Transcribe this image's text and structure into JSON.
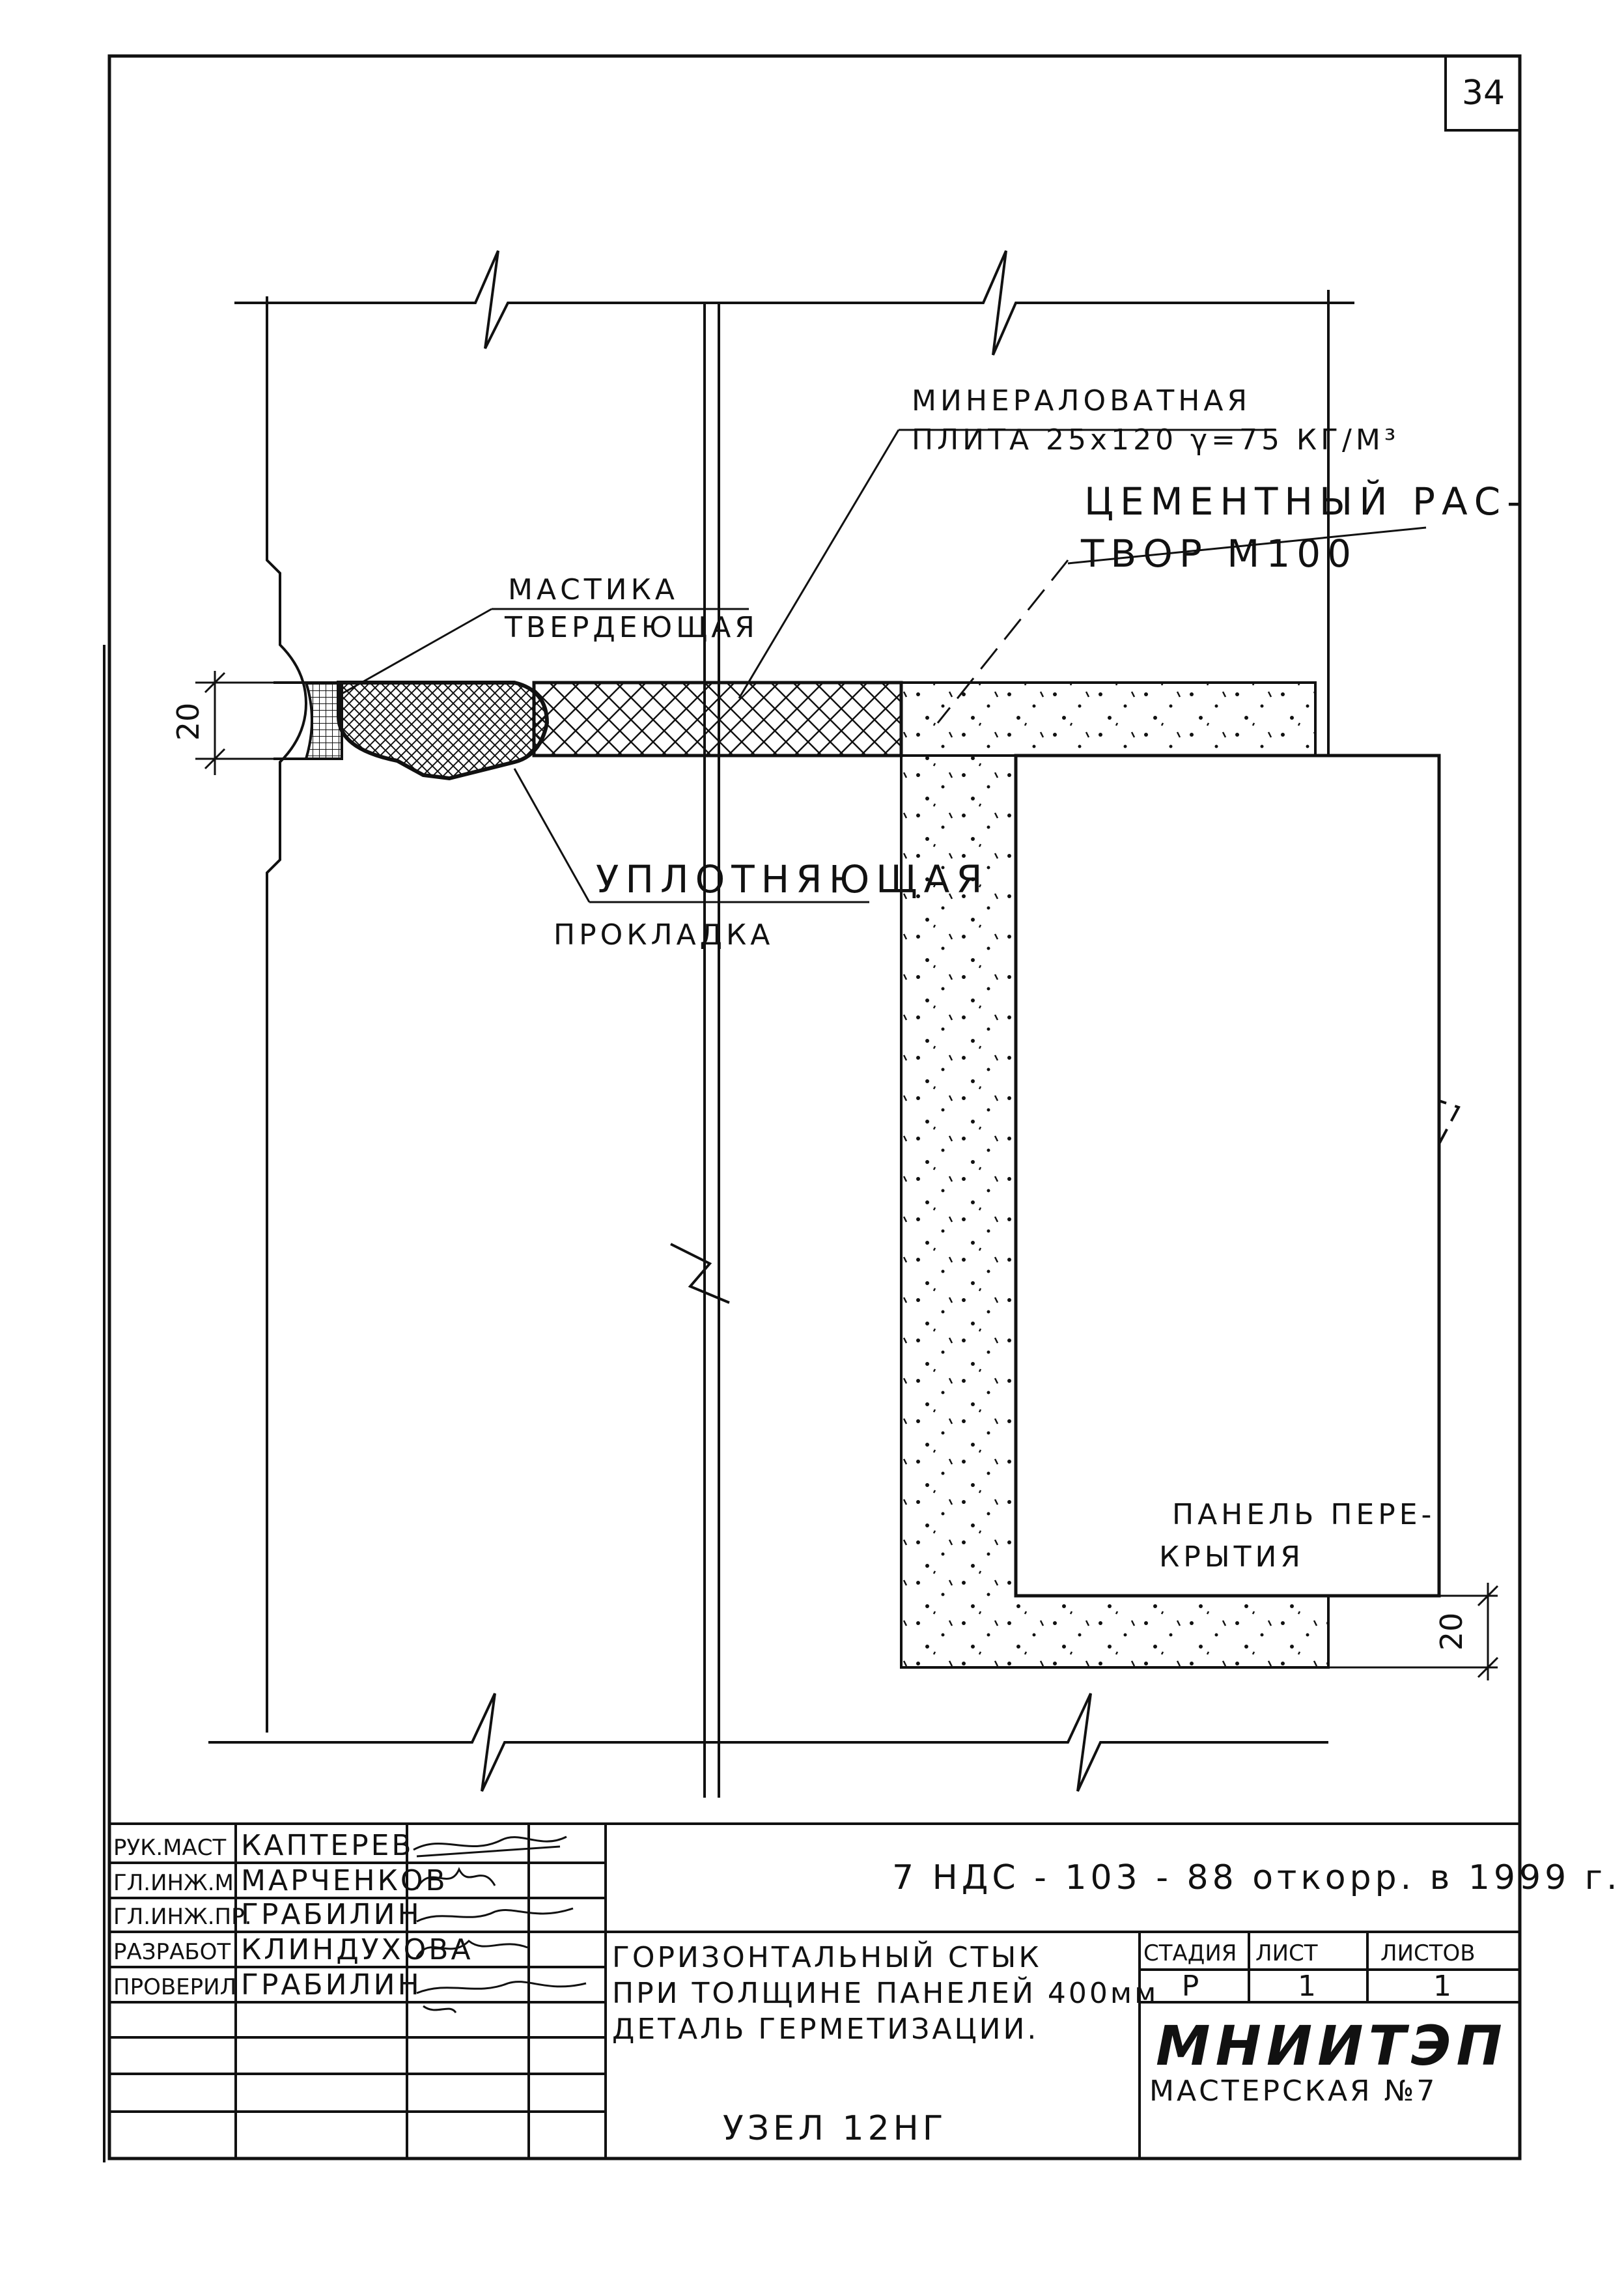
{
  "sheet": {
    "number": "34"
  },
  "drawing": {
    "labels": {
      "mineral_line1": "МИНЕРАЛОВАТНАЯ",
      "mineral_line2": "ПЛИТА 25х120 γ=75 КГ/М³",
      "mortar_line1": "ЦЕМЕНТНЫЙ РАС-",
      "mortar_line2": "ТВОР М100",
      "mastic_line1": "МАСТИКА",
      "mastic_line2": "ТВЕРДЕЮЩАЯ",
      "gasket_line1": "УПЛОТНЯЮЩАЯ",
      "gasket_line2": "ПРОКЛАДКА",
      "slab_line1": "ПАНЕЛЬ ПЕРЕ-",
      "slab_line2": "КРЫТИЯ"
    },
    "dimensions": {
      "left_joint": "20",
      "right_joint": "20"
    }
  },
  "title_block": {
    "roles": [
      "РУК.МАСТ",
      "ГЛ.ИНЖ.М",
      "ГЛ.ИНЖ.ПР.",
      "РАЗРАБОТ",
      "ПРОВЕРИЛ"
    ],
    "names": [
      "КАПТЕРЕВ",
      "МАРЧЕНКОВ",
      "ГРАБИЛИН",
      "КЛИНДУХОВА",
      "ГРАБИЛИН"
    ],
    "document_code": "7 НДС - 103 - 88 откорр. в 1999 г.",
    "description_line1": "ГОРИЗОНТАЛЬНЫЙ СТЫК",
    "description_line2": "ПРИ ТОЛЩИНЕ ПАНЕЛЕЙ 400мм",
    "description_line3": "ДЕТАЛЬ ГЕРМЕТИЗАЦИИ.",
    "node": "УЗЕЛ 12НГ",
    "stage_header": "СТАДИЯ",
    "sheet_header": "ЛИСТ",
    "sheets_header": "ЛИСТОВ",
    "stage_value": "Р",
    "sheet_value": "1",
    "sheets_value": "1",
    "organization": "МНИИТЭП",
    "workshop": "МАСТЕРСКАЯ №7"
  }
}
